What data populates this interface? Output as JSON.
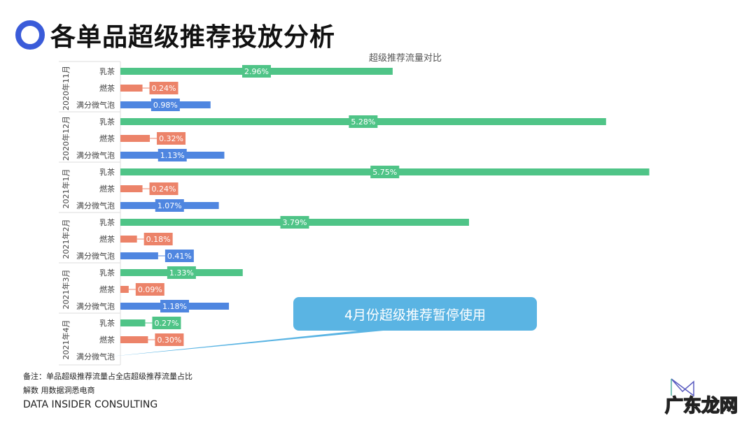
{
  "header": {
    "title": "各单品超级推荐投放分析",
    "icon": "ring-icon",
    "accent": "#3a5bd9"
  },
  "chart_data": {
    "type": "bar",
    "orientation": "horizontal",
    "title": "超级推荐流量对比",
    "groups": [
      "2020年11月",
      "2020年12月",
      "2021年1月",
      "2021年2月",
      "2021年3月",
      "2021年4月"
    ],
    "categories": [
      "乳茶",
      "燃茶",
      "满分微气泡"
    ],
    "series": [
      {
        "name": "乳茶",
        "color": "#4fc487",
        "values": [
          2.96,
          5.28,
          5.75,
          3.79,
          1.33,
          0.27
        ],
        "labels": [
          "2.96%",
          "5.28%",
          "5.75%",
          "3.79%",
          "1.33%",
          "0.27%"
        ]
      },
      {
        "name": "燃茶",
        "color": "#ec8369",
        "values": [
          0.24,
          0.32,
          0.24,
          0.18,
          0.09,
          0.3
        ],
        "labels": [
          "0.24%",
          "0.32%",
          "0.24%",
          "0.18%",
          "0.09%",
          "0.30%"
        ]
      },
      {
        "name": "满分微气泡",
        "color": "#4f86e0",
        "values": [
          0.98,
          1.13,
          1.07,
          0.41,
          1.18,
          null
        ],
        "labels": [
          "0.98%",
          "1.13%",
          "1.07%",
          "0.41%",
          "1.18%",
          ""
        ]
      }
    ],
    "xlim": [
      0,
      6
    ],
    "grid": false
  },
  "callout": {
    "text": "4月份超级推荐暂停使用",
    "color": "#5ab4e3"
  },
  "footer": {
    "note": "备注：单品超级推荐流量占全店超级推荐流量占比",
    "slogan": "解数 用数据洞悉电商",
    "brand": "DATA INSIDER CONSULTING"
  },
  "watermark": {
    "text": "广东龙网"
  }
}
